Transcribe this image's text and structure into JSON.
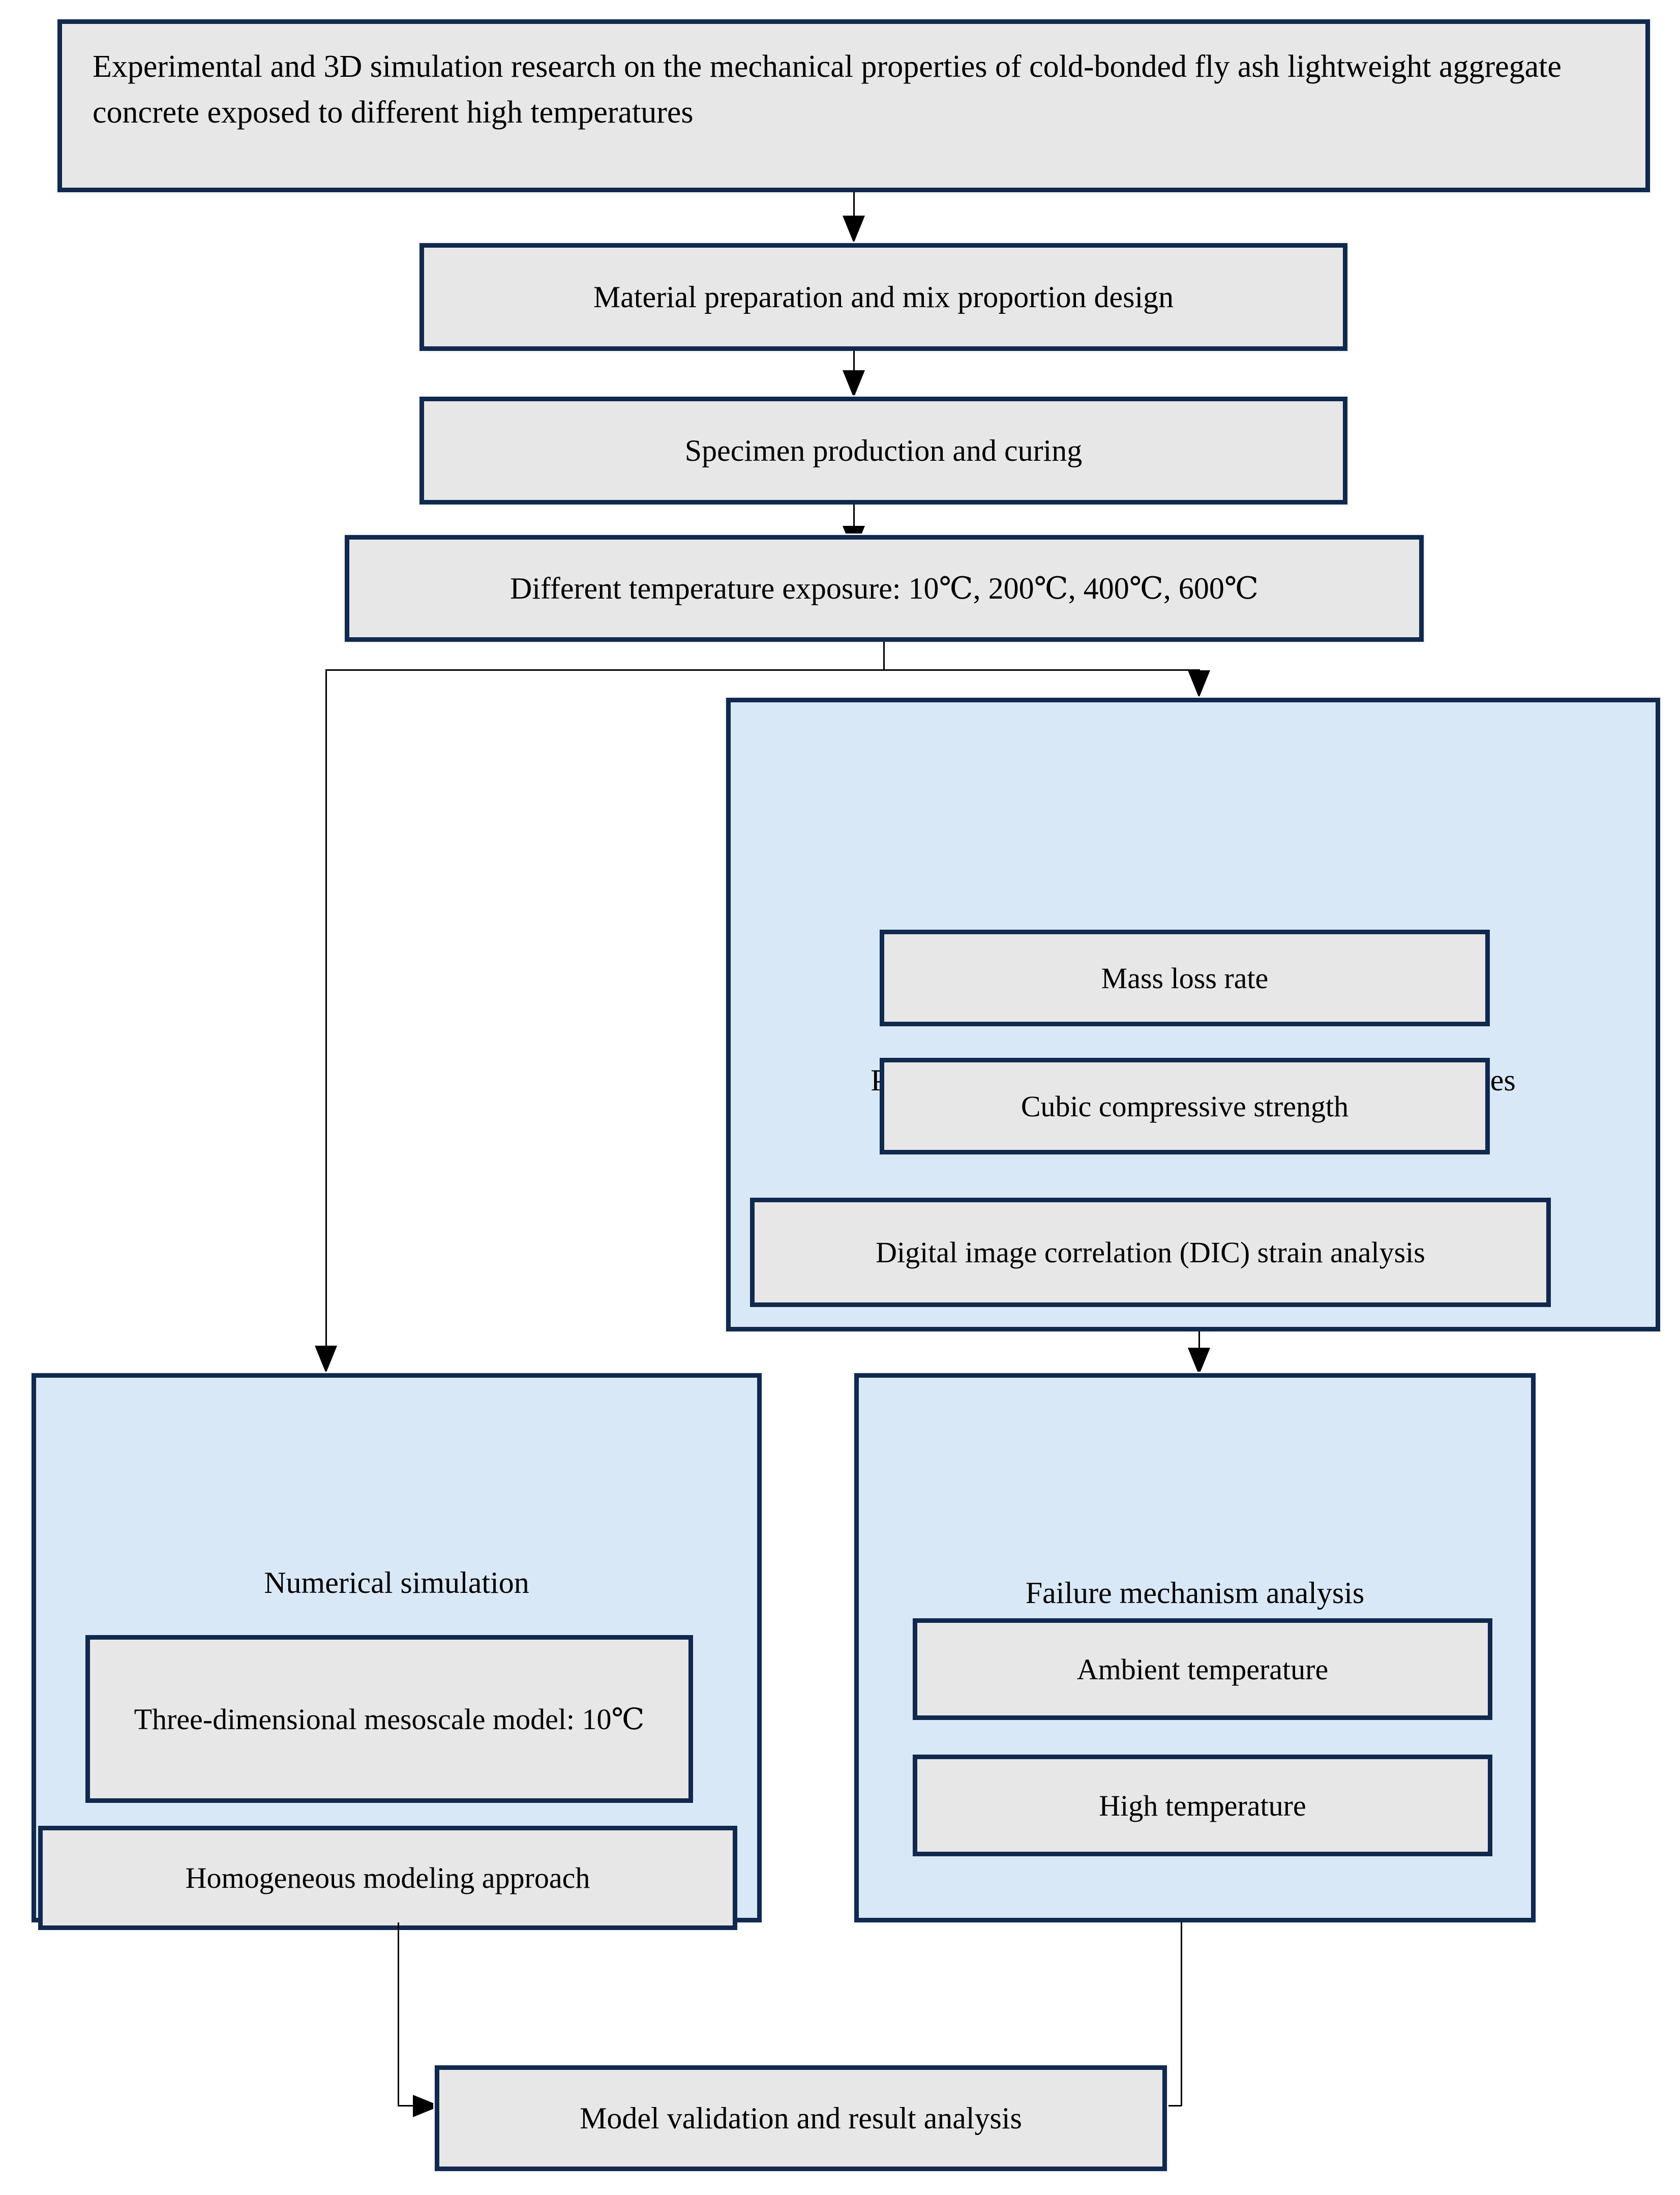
{
  "diagram": {
    "title_box": {
      "label": "Experimental and 3D simulation research on the mechanical properties of cold-bonded fly ash lightweight aggregate concrete exposed to different high temperatures"
    },
    "steps": {
      "material_preparation": "Material preparation and mix proportion design",
      "specimen_production": "Specimen production and curing",
      "temperature_exposure": "Different temperature exposure: 10℃, 200℃, 400℃, 600℃"
    },
    "property_test_panel": {
      "label": "Property test after exposure to different temperatures",
      "items": [
        "Mass loss rate",
        "Cubic compressive strength",
        "Digital image correlation (DIC) strain analysis"
      ]
    },
    "numerical_simulation_panel": {
      "label": "Numerical simulation",
      "items": [
        "Three-dimensional mesoscale model: 10℃",
        "Homogeneous modeling approach"
      ]
    },
    "failure_mechanism_panel": {
      "label": "Failure mechanism analysis",
      "items": [
        "Ambient temperature",
        "High temperature"
      ]
    },
    "result_box": {
      "label": "Model validation and result analysis"
    },
    "colors": {
      "border": "#11294e",
      "node_fill": "#e7e7e7",
      "panel_fill": "#d9e8f6",
      "connector": "#000000",
      "page_background": "#ffffff"
    }
  }
}
